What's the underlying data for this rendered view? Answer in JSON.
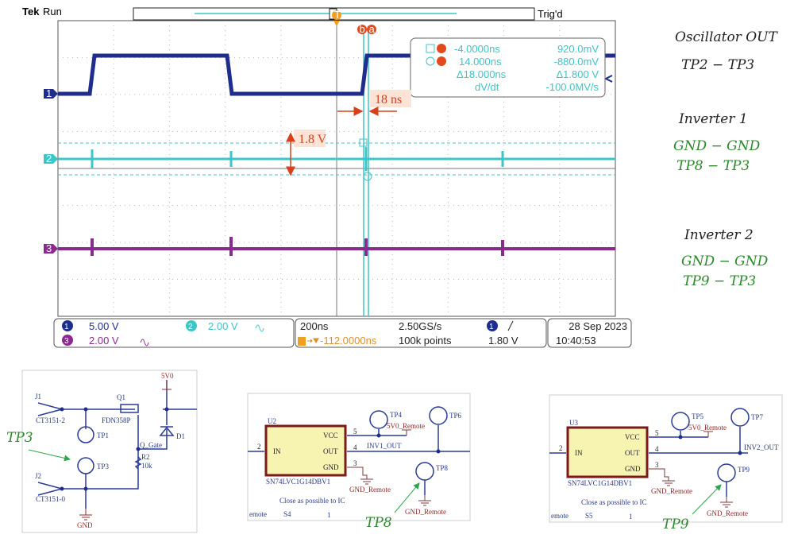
{
  "scope": {
    "brand": "Tek",
    "run_state": "Run",
    "trigger_state": "Trig'd",
    "trigger_marker": "T",
    "cursor_labels": [
      "b",
      "a"
    ],
    "channel_markers": [
      "1",
      "2",
      "3"
    ],
    "cursor_readout": {
      "a": {
        "time": "-4.0000ns",
        "voltage": "920.0mV"
      },
      "b": {
        "time": "14.000ns",
        "voltage": "-880.0mV"
      },
      "delta_time": "Δ18.000ns",
      "delta_voltage": "Δ1.800 V",
      "slope_label": "dV/dt",
      "slope_value": "-100.0MV/s"
    },
    "annotations": {
      "rise_time": "18 ns",
      "amplitude": "1.8 V"
    },
    "status": {
      "ch1_scale": "5.00 V",
      "ch2_scale": "2.00 V",
      "ch3_scale": "2.00 V",
      "timebase": "200ns",
      "sample_rate": "2.50GS/s",
      "trigger_offset": "-112.0000ns",
      "record_length": "100k points",
      "trigger_channel": "1",
      "trigger_level": "1.80 V",
      "date": "28 Sep  2023",
      "time": "10:40:53"
    },
    "colors": {
      "ch1": "#1f2d8c",
      "ch2": "#3cc6c8",
      "ch3": "#8a2a8f",
      "cursor": "#e24a1c",
      "trigger": "#f0a020"
    }
  },
  "legend": {
    "osc_title": "Oscillator OUT",
    "osc_probe": "TP2  − TP3",
    "inv1_title": "Inverter 1",
    "inv1_gnd": "GND  − GND",
    "inv1_probe": "TP8  − TP3",
    "inv2_title": "Inverter 2",
    "inv2_gnd": "GND  − GND",
    "inv2_probe": "TP9  − TP3"
  },
  "schematic1": {
    "j1": "J1",
    "j1_part": "CT3151-2",
    "j2": "J2",
    "j2_part": "CT3151-0",
    "q1": "Q1",
    "q1_part": "FDN358P",
    "supply": "5V0",
    "d1": "D1",
    "gate": "Q_Gate",
    "r2": "R2",
    "r2_val": "10k",
    "tp1": "TP1",
    "tp3": "TP3",
    "gnd": "GND",
    "callout": "TP3"
  },
  "schematic2": {
    "ref": "U2",
    "part": "SN74LVC1G14DBV1",
    "pin_in": "IN",
    "pin_vcc": "VCC",
    "pin_out": "OUT",
    "pin_gnd": "GND",
    "pin2": "2",
    "pin5": "5",
    "pin4": "4",
    "pin3": "3",
    "tp_a": "TP4",
    "tp_b": "TP6",
    "tp_c": "TP8",
    "supply": "5V0_Remote",
    "net_out": "INV1_OUT",
    "gnd1": "GND_Remote",
    "gnd2": "GND_Remote",
    "note": "Close as possible to IC",
    "left_frag": "emote",
    "sheet": "S4",
    "num": "1",
    "callout": "TP8"
  },
  "schematic3": {
    "ref": "U3",
    "part": "SN74LVC1G14DBV1",
    "pin_in": "IN",
    "pin_vcc": "VCC",
    "pin_out": "OUT",
    "pin_gnd": "GND",
    "pin2": "2",
    "pin5": "5",
    "pin4": "4",
    "pin3": "3",
    "tp_a": "TP5",
    "tp_b": "TP7",
    "tp_c": "TP9",
    "supply": "5V0_Remote",
    "net_out": "INV2_OUT",
    "gnd1": "GND_Remote",
    "gnd2": "GND_Remote",
    "note": "Close as possible to IC",
    "left_frag": "emote",
    "sheet": "S5",
    "num": "1",
    "callout": "TP9"
  }
}
